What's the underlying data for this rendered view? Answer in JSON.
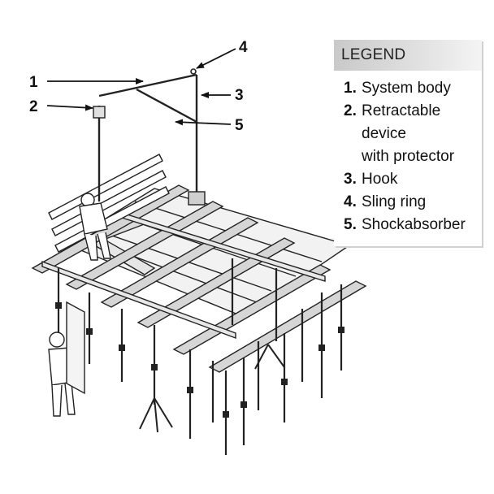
{
  "legend": {
    "title": "LEGEND",
    "items": [
      {
        "number": "1.",
        "label": "System body"
      },
      {
        "number": "2.",
        "label": "Retractable\ndevice\nwith protector"
      },
      {
        "number": "3.",
        "label": "Hook"
      },
      {
        "number": "4.",
        "label": "Sling ring"
      },
      {
        "number": "5.",
        "label": "Shockabsorber"
      }
    ]
  },
  "callouts": [
    "1",
    "2",
    "3",
    "4",
    "5"
  ],
  "colors": {
    "line": "#222222",
    "shade": "#bdbdbd",
    "panel_shade": "#dcdcdc"
  }
}
